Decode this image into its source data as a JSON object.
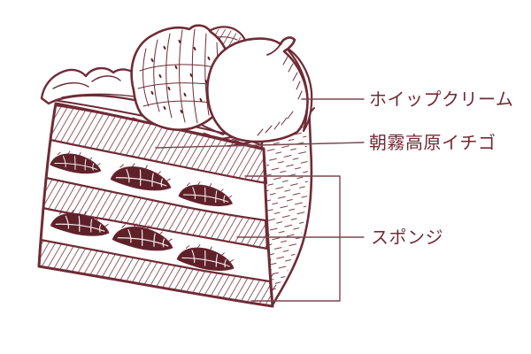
{
  "annotations": {
    "whipped_cream": {
      "label": "ホイップクリーム"
    },
    "strawberry": {
      "label": "朝霧高原イチゴ"
    },
    "sponge": {
      "label": "スポンジ"
    }
  },
  "colors": {
    "ink": "#6f2b36",
    "ink_dark": "#5f2129",
    "leader": "#7c464e",
    "background": "#ffffff"
  }
}
